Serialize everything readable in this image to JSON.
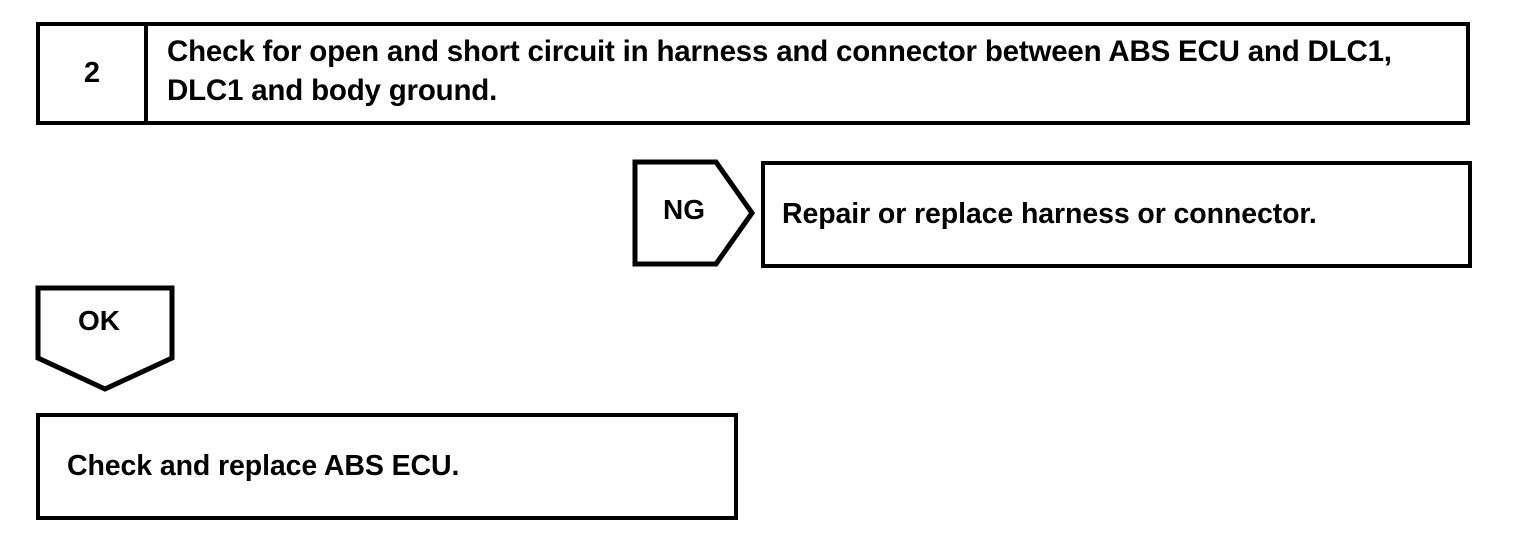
{
  "diagram": {
    "title": "ABS diagnostic troubleshooting flowchart step",
    "step": {
      "number": "2",
      "instruction": "Check for open and short circuit in harness and connector between ABS ECU and DLC1, DLC1 and body ground."
    },
    "branches": [
      {
        "label": "NG",
        "shape": "right-arrow-pentagon",
        "result": "Repair or replace harness or connector."
      },
      {
        "label": "OK",
        "shape": "down-arrow-pentagon",
        "result": "Check and replace ABS ECU."
      }
    ],
    "colors": {
      "line": "#000000",
      "background": "#ffffff",
      "text": "#000000"
    }
  }
}
